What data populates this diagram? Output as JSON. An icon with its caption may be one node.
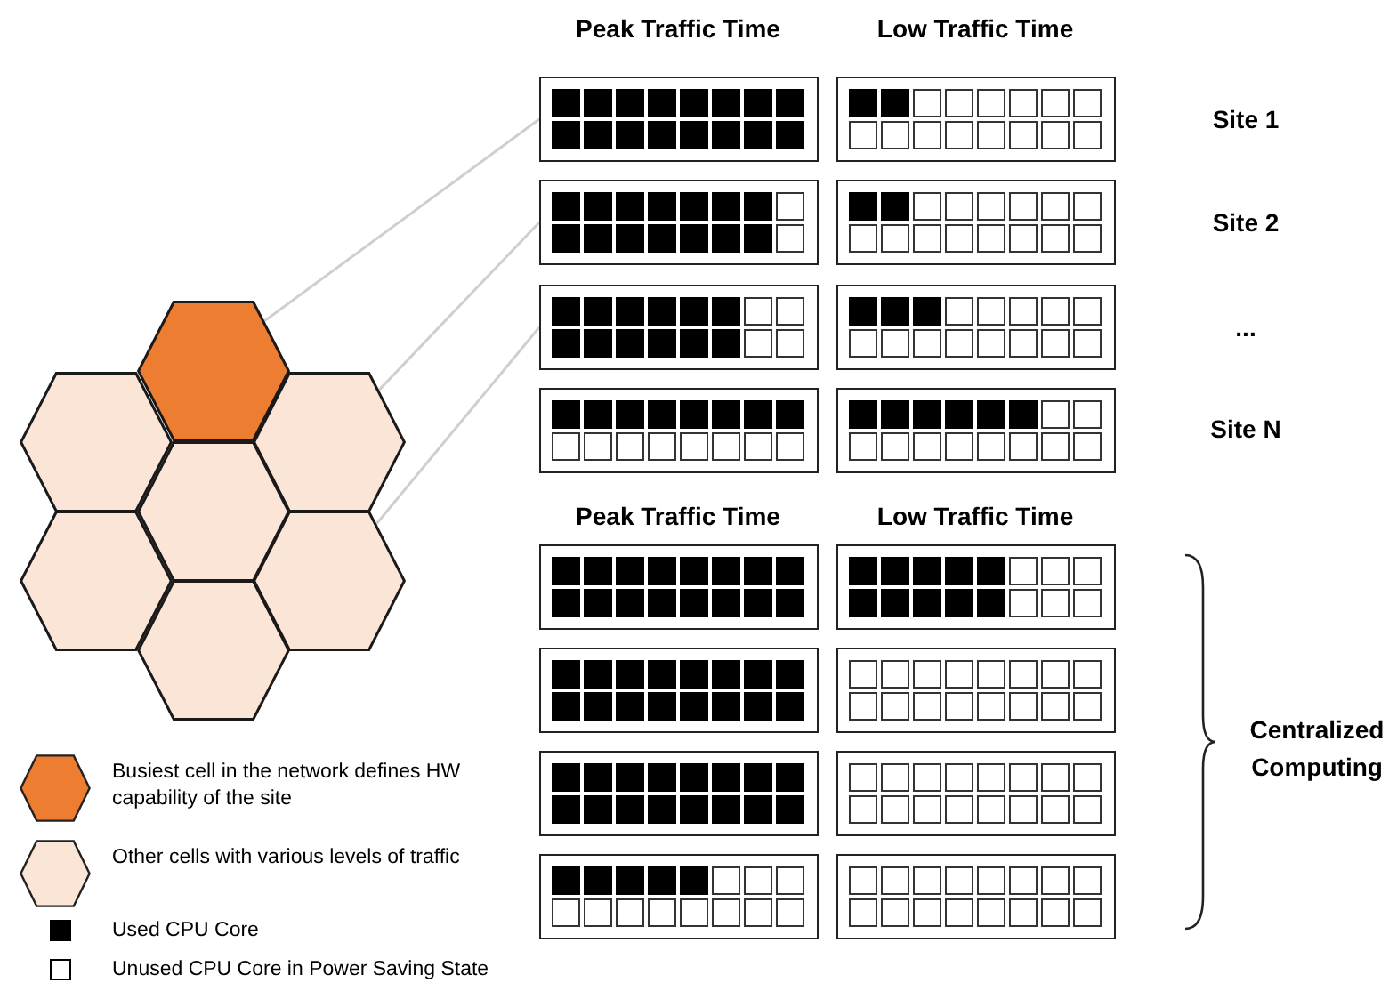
{
  "diagram": {
    "nodes": [
      {
        "text": [],
        "shape": "hexagon"
      },
      {
        "text": [],
        "shape": "hexagon"
      },
      {
        "text": [],
        "shape": "hexagon"
      },
      {
        "text": [],
        "shape": "hexagon"
      },
      {
        "text": [],
        "shape": "hexagon"
      },
      {
        "text": [],
        "shape": "hexagon"
      },
      {
        "text": [],
        "shape": "hexagon"
      },
      {
        "text": [],
        "shape": "box"
      },
      {
        "text": [],
        "shape": "box"
      },
      {
        "text": [],
        "shape": "box"
      },
      {
        "text": [],
        "shape": "box"
      },
      {
        "text": [],
        "shape": "box"
      },
      {
        "text": [],
        "shape": "box"
      },
      {
        "text": [],
        "shape": "box"
      },
      {
        "text": [],
        "shape": "box"
      },
      {
        "text": [],
        "shape": "box"
      },
      {
        "text": [],
        "shape": "box"
      },
      {
        "text": [],
        "shape": "box"
      },
      {
        "text": [],
        "shape": "box"
      },
      {
        "text": [],
        "shape": "box"
      },
      {
        "text": [],
        "shape": "box"
      },
      {
        "text": [],
        "shape": "box"
      },
      {
        "text": [],
        "shape": "box"
      }
    ],
    "edges": [
      {
        "from": 0,
        "to": 7,
        "arrow": "none"
      },
      {
        "from": 2,
        "to": 9,
        "arrow": "none"
      },
      {
        "from": 5,
        "to": 11,
        "arrow": "none"
      }
    ],
    "labels": [
      "Peak Traffic Time",
      "Low Traffic Time",
      "Site 1",
      "Site 2",
      "...",
      "Site N",
      "Peak Traffic Time",
      "Low Traffic Time",
      "Centralized Computing"
    ],
    "legend": [
      {
        "text": "Busiest cell in the network defines HW capability of the site",
        "color": "#ed7d31"
      },
      {
        "text": "Other cells with various levels of traffic",
        "color": "#fbe5d6"
      },
      {
        "text": "Used CPU Core",
        "color": "#000000"
      },
      {
        "text": "Unused CPU Core in Power Saving State",
        "color": "#ffffff"
      }
    ]
  }
}
